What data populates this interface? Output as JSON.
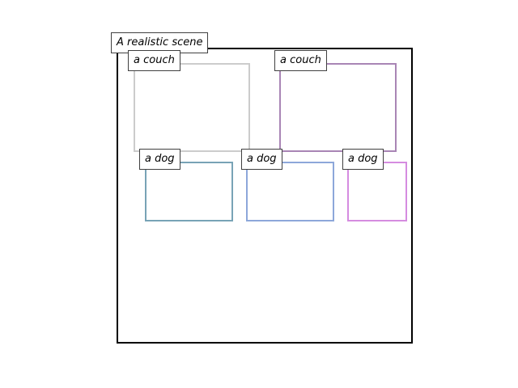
{
  "scene": {
    "title": "A realistic scene"
  },
  "objects": [
    {
      "label": "a couch",
      "color": "#cccccc"
    },
    {
      "label": "a couch",
      "color": "#a985b5"
    },
    {
      "label": "a dog",
      "color": "#78a3b6"
    },
    {
      "label": "a dog",
      "color": "#8da7da"
    },
    {
      "label": "a dog",
      "color": "#d58ce0"
    }
  ]
}
